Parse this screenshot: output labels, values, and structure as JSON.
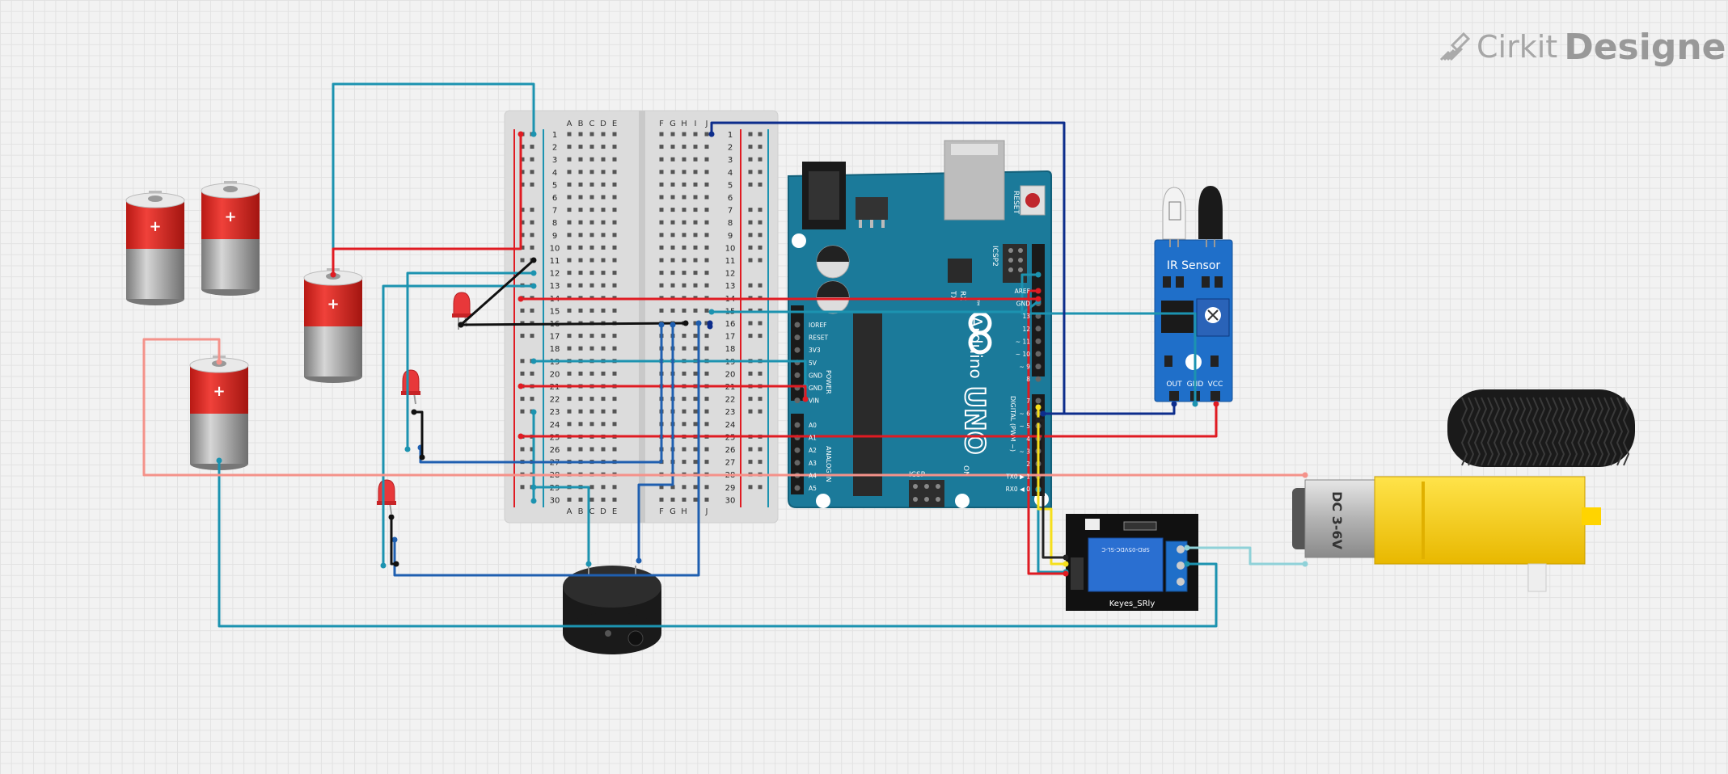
{
  "app": {
    "brand": "Cirkit",
    "product": "Designer"
  },
  "breadboard": {
    "top_cols_left": [
      "A",
      "B",
      "C",
      "D",
      "E"
    ],
    "top_cols_right": [
      "F",
      "G",
      "H",
      "I",
      "J"
    ],
    "bottom_cols_left": [
      "A",
      "B",
      "C",
      "D",
      "E"
    ],
    "bottom_cols_right": [
      "F",
      "G",
      "H",
      "J"
    ],
    "rows": [
      "1",
      "2",
      "3",
      "4",
      "5",
      "6",
      "7",
      "8",
      "9",
      "10",
      "11",
      "12",
      "13",
      "14",
      "15",
      "16",
      "17",
      "18",
      "19",
      "20",
      "21",
      "22",
      "23",
      "24",
      "25",
      "26",
      "27",
      "28",
      "29",
      "30"
    ]
  },
  "arduino": {
    "model": "UNO",
    "brand": "Arduino",
    "tm": "™",
    "reset": "RESET",
    "icsp": "ICSP",
    "icsp2": "ICSP2",
    "tx": "TX",
    "rx": "RX",
    "on": "ON",
    "l": "L",
    "power_label": "POWER",
    "analog_label": "ANALOG IN",
    "digital_label": "DIGITAL (PWM ~)",
    "power_pins": [
      "IOREF",
      "RESET",
      "3V3",
      "5V",
      "GND",
      "GND",
      "VIN"
    ],
    "analog_pins": [
      "A0",
      "A1",
      "A2",
      "A3",
      "A4",
      "A5"
    ],
    "digital_top": [
      "AREF",
      "GND",
      "13",
      "12",
      "~ 11",
      "~ 10",
      "~ 9",
      "8"
    ],
    "digital_bottom": [
      "7",
      "~ 6",
      "~ 5",
      "4",
      "~ 3",
      "2",
      "TX0 ▶ 1",
      "RX0 ◀ 0"
    ]
  },
  "ir_sensor": {
    "title": "IR Sensor",
    "pins": [
      "OUT",
      "GND",
      "VCC"
    ]
  },
  "relay": {
    "label": "Keyes_SRly",
    "relay_text": "SRD-05VDC-SL-C"
  },
  "motor": {
    "label": "DC 3-6V"
  },
  "colors": {
    "teal": "#1c93b0",
    "red": "#e01b22",
    "navy": "#0d2d8c",
    "blue": "#1f5fb0",
    "salmon": "#f4928a",
    "black": "#111111",
    "yellow": "#f5df1c",
    "arduino": "#1b7a9a",
    "sensor": "#1f6fc9"
  }
}
